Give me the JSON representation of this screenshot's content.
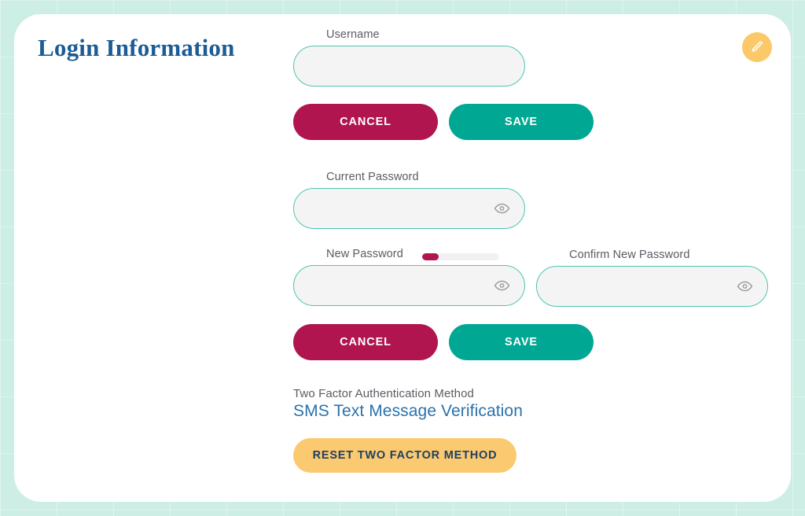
{
  "theme": {
    "background": "#cdeee5",
    "card": "#ffffff",
    "title_color": "#1b5c96",
    "accent_teal": "#00a894",
    "accent_crimson": "#b01550",
    "accent_amber": "#fbca70",
    "input_border": "#4ec5b0",
    "input_fill": "#f4f4f4",
    "label_color": "#5b5b63",
    "link_blue": "#2b72ac"
  },
  "header": {
    "title": "Login Information",
    "edit_icon": "pencil-icon"
  },
  "username_section": {
    "label": "Username",
    "value": "",
    "placeholder": "",
    "cancel_label": "CANCEL",
    "save_label": "SAVE"
  },
  "current_password_section": {
    "label": "Current Password",
    "value": "",
    "placeholder": "",
    "toggle_icon": "eye-icon"
  },
  "new_password_section": {
    "label": "New Password",
    "value": "",
    "placeholder": "",
    "toggle_icon": "eye-icon",
    "strength_percent": 22,
    "strength_color": "#b01550"
  },
  "confirm_password_section": {
    "label": "Confirm New Password",
    "value": "",
    "placeholder": "",
    "toggle_icon": "eye-icon"
  },
  "password_actions": {
    "cancel_label": "CANCEL",
    "save_label": "SAVE"
  },
  "two_factor_section": {
    "label": "Two Factor Authentication Method",
    "method": "SMS Text Message Verification",
    "reset_label": "RESET TWO FACTOR METHOD"
  }
}
